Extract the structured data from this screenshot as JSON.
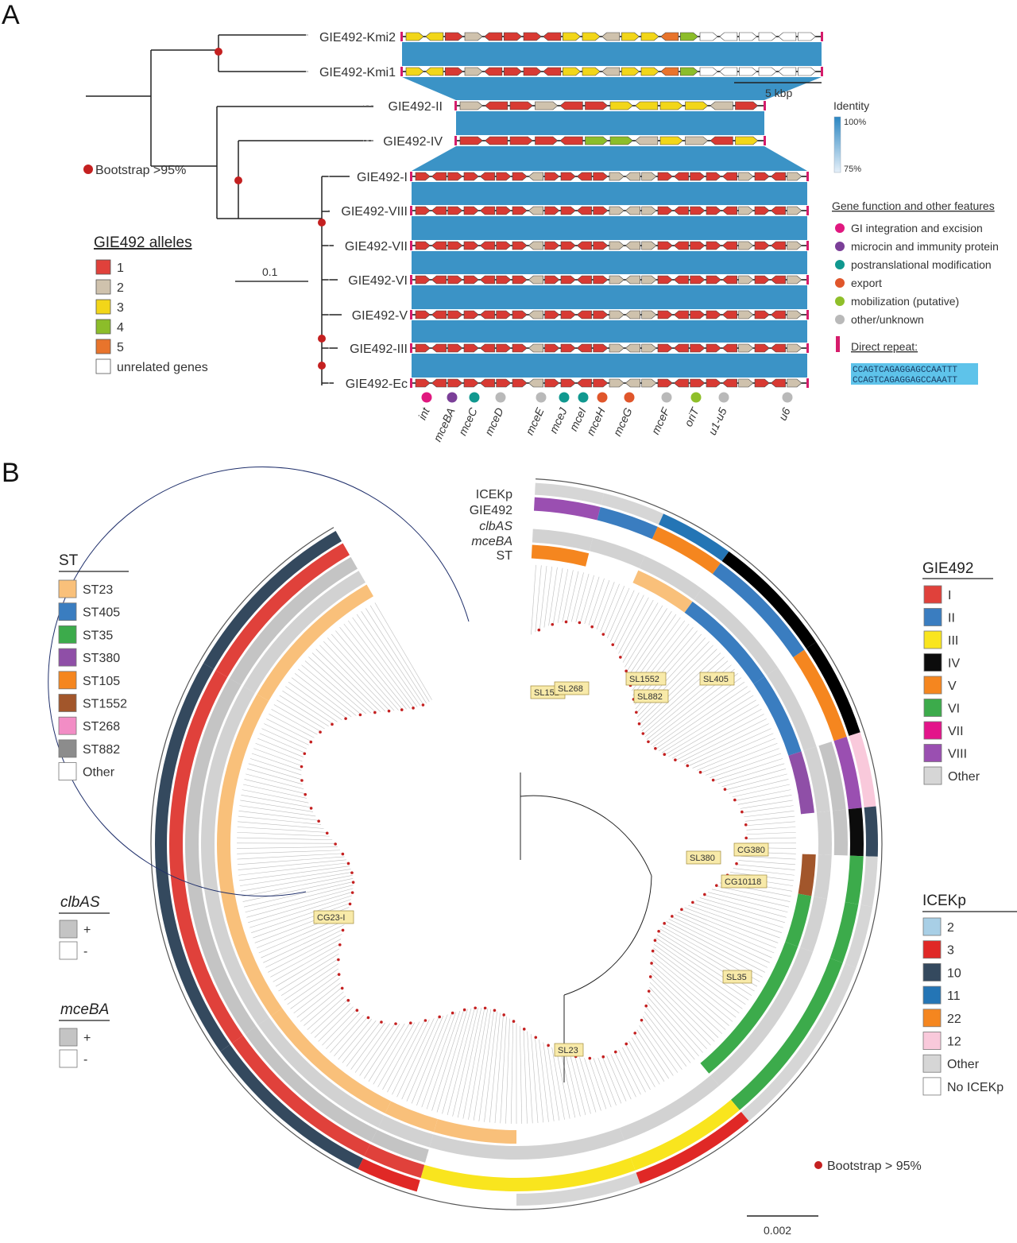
{
  "panelA": {
    "letter": "A",
    "bootstrap_label": "Bootstrap >95%",
    "scale_tree": "0.1",
    "scale_map": "5 kbp",
    "identity_title": "Identity",
    "identity_high": "100%",
    "identity_low": "75%",
    "alleles_title": "GIE492 alleles",
    "alleles": [
      {
        "label": "1",
        "color": "#e0413b"
      },
      {
        "label": "2",
        "color": "#cfc2ad"
      },
      {
        "label": "3",
        "color": "#f2d619"
      },
      {
        "label": "4",
        "color": "#8cbd2a"
      },
      {
        "label": "5",
        "color": "#e8742c"
      },
      {
        "label": "unrelated genes",
        "color": "#ffffff"
      }
    ],
    "rows": [
      "GIE492-Kmi2",
      "GIE492-Kmi1",
      "GIE492-II",
      "GIE492-IV",
      "GIE492-I",
      "GIE492-VIII",
      "GIE492-VII",
      "GIE492-VI",
      "GIE492-V",
      "GIE492-III",
      "GIE492-Ec"
    ],
    "function_title": "Gene function and other features",
    "functions": [
      {
        "label": "GI integration and excision",
        "color": "#e0187f"
      },
      {
        "label": "microcin and immunity protein",
        "color": "#7b3f98"
      },
      {
        "label": "postranslational modification",
        "color": "#10988f"
      },
      {
        "label": "export",
        "color": "#e0562b"
      },
      {
        "label": "mobilization (putative)",
        "color": "#8fbf2a"
      },
      {
        "label": "other/unknown",
        "color": "#b9b9b9"
      }
    ],
    "direct_repeat_title": "Direct repeat:",
    "repeat_seqs": [
      "CCAGTCAGAGGAGCCAATTT",
      "CCAGTCAGAGGAGCCAAATT"
    ],
    "genes": [
      {
        "name": "int",
        "color": "#e0187f"
      },
      {
        "name": "mceBA",
        "color": "#7b3f98"
      },
      {
        "name": "mceC",
        "color": "#10988f"
      },
      {
        "name": "mceD",
        "color": "#b9b9b9"
      },
      {
        "name": "mceE",
        "color": "#b9b9b9"
      },
      {
        "name": "mceJ",
        "color": "#10988f"
      },
      {
        "name": "mceI",
        "color": "#10988f"
      },
      {
        "name": "mceH",
        "color": "#e0562b"
      },
      {
        "name": "mceG",
        "color": "#e0562b"
      },
      {
        "name": "mceF",
        "color": "#b9b9b9"
      },
      {
        "name": "oriT",
        "color": "#8fbf2a"
      },
      {
        "name": "u1-u5",
        "color": "#b9b9b9"
      },
      {
        "name": "u6",
        "color": "#b9b9b9"
      }
    ]
  },
  "panelB": {
    "letter": "B",
    "ring_labels": [
      "ICEKp",
      "GIE492",
      "clbAS",
      "mceBA",
      "ST"
    ],
    "st_title": "ST",
    "st_items": [
      {
        "label": "ST23",
        "color": "#f9c07a"
      },
      {
        "label": "ST405",
        "color": "#3a7dc0"
      },
      {
        "label": "ST35",
        "color": "#3cab4b"
      },
      {
        "label": "ST380",
        "color": "#8f4fa7"
      },
      {
        "label": "ST105",
        "color": "#f5861f"
      },
      {
        "label": "ST1552",
        "color": "#a2562b"
      },
      {
        "label": "ST268",
        "color": "#f28dc5"
      },
      {
        "label": "ST882",
        "color": "#8c8c8c"
      },
      {
        "label": "Other",
        "color": "#ffffff"
      }
    ],
    "gie_title": "GIE492",
    "gie_items": [
      {
        "label": "I",
        "color": "#e0413b"
      },
      {
        "label": "II",
        "color": "#3a7dc0"
      },
      {
        "label": "III",
        "color": "#f9e51e"
      },
      {
        "label": "IV",
        "color": "#0c0c0c"
      },
      {
        "label": "V",
        "color": "#f5861f"
      },
      {
        "label": "VI",
        "color": "#3cab4b"
      },
      {
        "label": "VII",
        "color": "#e3148a"
      },
      {
        "label": "VIII",
        "color": "#9a4fb1"
      },
      {
        "label": "Other",
        "color": "#d6d6d6"
      }
    ],
    "clbas_title": "clbAS",
    "mceba_title": "mceBA",
    "pm": [
      {
        "label": "+",
        "color": "#c4c4c4"
      },
      {
        "label": "-",
        "color": "#ffffff"
      }
    ],
    "ice_title": "ICEKp",
    "ice_items": [
      {
        "label": "2",
        "color": "#a8cfe6"
      },
      {
        "label": "3",
        "color": "#e02826"
      },
      {
        "label": "10",
        "color": "#34495e"
      },
      {
        "label": "11",
        "color": "#2475b5"
      },
      {
        "label": "22",
        "color": "#f5861f"
      },
      {
        "label": "12",
        "color": "#f9c9db"
      },
      {
        "label": "Other",
        "color": "#d6d6d6"
      },
      {
        "label": "No ICEKp",
        "color": "#ffffff"
      }
    ],
    "bootstrap_label": "Bootstrap > 95%",
    "scale_label": "0.002",
    "clade_labels": [
      "SL152",
      "SL268",
      "SL1552",
      "SL882",
      "SL405",
      "SL380",
      "CG380",
      "CG10118",
      "SL35",
      "SL23",
      "CG23-I"
    ]
  }
}
